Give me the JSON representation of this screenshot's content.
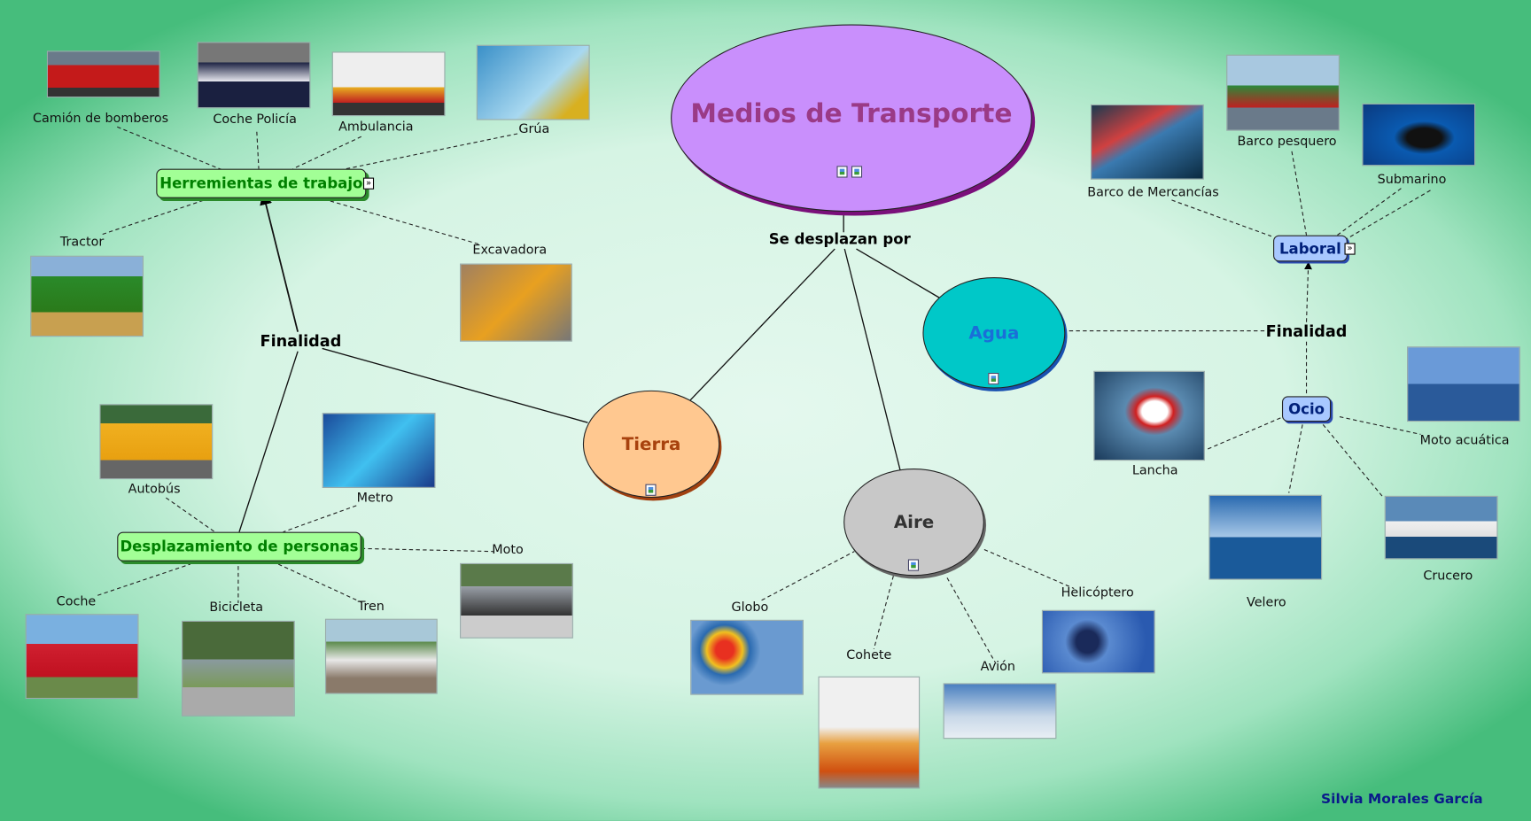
{
  "title": "Medios de Transporte",
  "link_main": "Se desplazan por",
  "categories": {
    "agua": "Agua",
    "tierra": "Tierra",
    "aire": "Aire"
  },
  "finalidad_left": "Finalidad",
  "finalidad_right": "Finalidad",
  "tierra_groups": {
    "trabajo": "Herremientas de trabajo",
    "personas": "Desplazamiento de personas"
  },
  "agua_groups": {
    "laboral": "Laboral",
    "ocio": "Ocio"
  },
  "items": {
    "bomberos": "Camión de bomberos",
    "policia": "Coche Policía",
    "ambulancia": "Ambulancia",
    "grua": "Grúa",
    "tractor": "Tractor",
    "excavadora": "Excavadora",
    "autobus": "Autobús",
    "metro": "Metro",
    "moto": "Moto",
    "coche": "Coche",
    "bicicleta": "Bicicleta",
    "tren": "Tren",
    "globo": "Globo",
    "cohete": "Cohete",
    "avion": "Avión",
    "helicoptero": "Helicóptero",
    "mercancias": "Barco de Mercancías",
    "pesquero": "Barco pesquero",
    "submarino": "Submarino",
    "lancha": "Lancha",
    "motoacuatica": "Moto acuática",
    "velero": "Velero",
    "crucero": "Crucero"
  },
  "author": "Silvia Morales García",
  "colors": {
    "main": "#c98ffc",
    "agua": "#00c8c8",
    "tierra": "#ffc890",
    "aire": "#c8c8c8",
    "green_box": "#a2ff96",
    "blue_box": "#a8c8ff"
  }
}
